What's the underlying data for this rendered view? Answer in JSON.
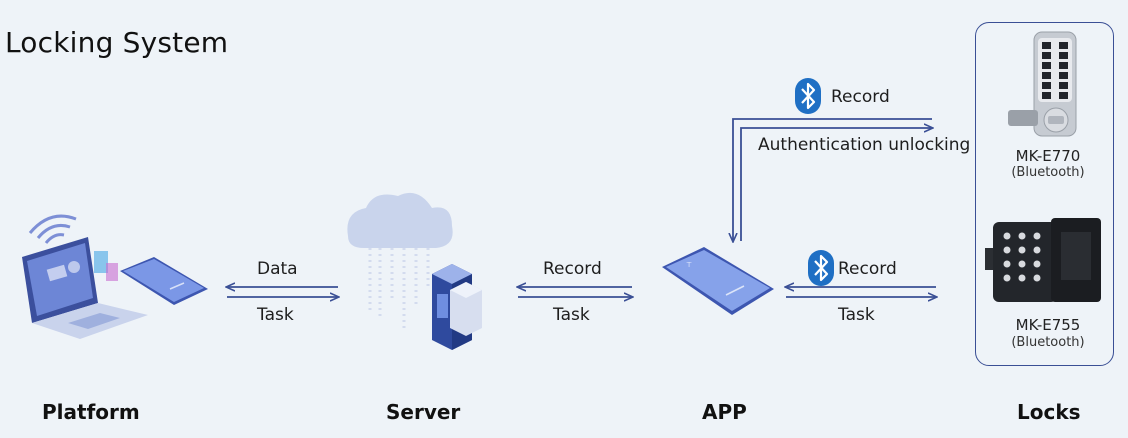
{
  "title": "Locking System",
  "nodes": {
    "platform": "Platform",
    "server": "Server",
    "app": "APP",
    "locks": "Locks"
  },
  "links": {
    "platform_server_top": "Data",
    "platform_server_bottom": "Task",
    "server_app_top": "Record",
    "server_app_bottom": "Task",
    "app_lock_top": "Record",
    "app_lock_bottom": "Task",
    "feedback_top": "Record",
    "feedback_bottom": "Authentication unlocking"
  },
  "lock_models": [
    {
      "model": "MK-E770",
      "note": "(Bluetooth)"
    },
    {
      "model": "MK-E755",
      "note": "(Bluetooth)"
    }
  ],
  "colors": {
    "arrow": "#3a4f95",
    "bluetooth": "#1f6fc4",
    "box_border": "#3a4f95"
  },
  "icons": [
    "laptop-icon",
    "phone-icon",
    "cloud-server-icon",
    "bluetooth-icon",
    "keypad-lock-icon"
  ]
}
